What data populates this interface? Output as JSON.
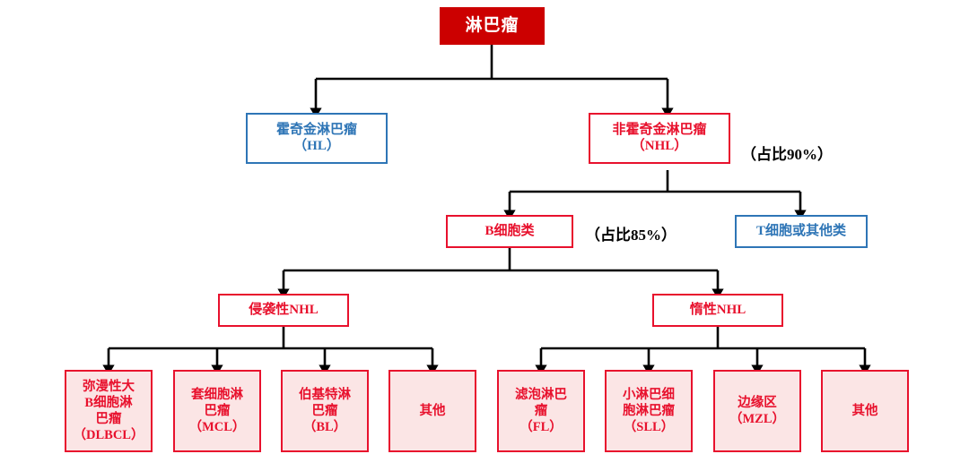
{
  "diagram": {
    "title": "淋巴瘤分类树状图",
    "type": "tree-diagram",
    "colors": {
      "root_fill": "#CC0000",
      "root_text": "#FFFFFF",
      "red_border": "#E8112D",
      "red_text": "#E8112D",
      "blue_border": "#2E75B6",
      "blue_text": "#2E75B6",
      "leaf_fill": "#FBE5E5",
      "connector": "#000000",
      "background": "#FFFFFF"
    }
  },
  "nodes": {
    "root": {
      "label": "淋巴瘤"
    },
    "level2": [
      {
        "label": "霍奇金淋巴瘤\n（HL）",
        "style": "blue"
      },
      {
        "label": "非霍奇金淋巴瘤\n（NHL）",
        "style": "red"
      }
    ],
    "level3": [
      {
        "label": "B细胞类",
        "style": "red"
      },
      {
        "label": "T细胞或其他类",
        "style": "blue"
      }
    ],
    "level4": [
      {
        "label": "侵袭性NHL",
        "style": "red"
      },
      {
        "label": "惰性NHL",
        "style": "red"
      }
    ],
    "leaves_aggressive": [
      {
        "label": "弥漫性大\nB细胞淋\n巴瘤\n（DLBCL）"
      },
      {
        "label": "套细胞淋\n巴瘤\n（MCL）"
      },
      {
        "label": "伯基特淋\n巴瘤\n（BL）"
      },
      {
        "label": "其他"
      }
    ],
    "leaves_indolent": [
      {
        "label": "滤泡淋巴\n瘤\n（FL）"
      },
      {
        "label": "小淋巴细\n胞淋巴瘤\n（SLL）"
      },
      {
        "label": "边缘区\n（MZL）"
      },
      {
        "label": "其他"
      }
    ]
  },
  "annotations": [
    {
      "text": "（占比90%）"
    },
    {
      "text": "（占比85%）"
    }
  ]
}
